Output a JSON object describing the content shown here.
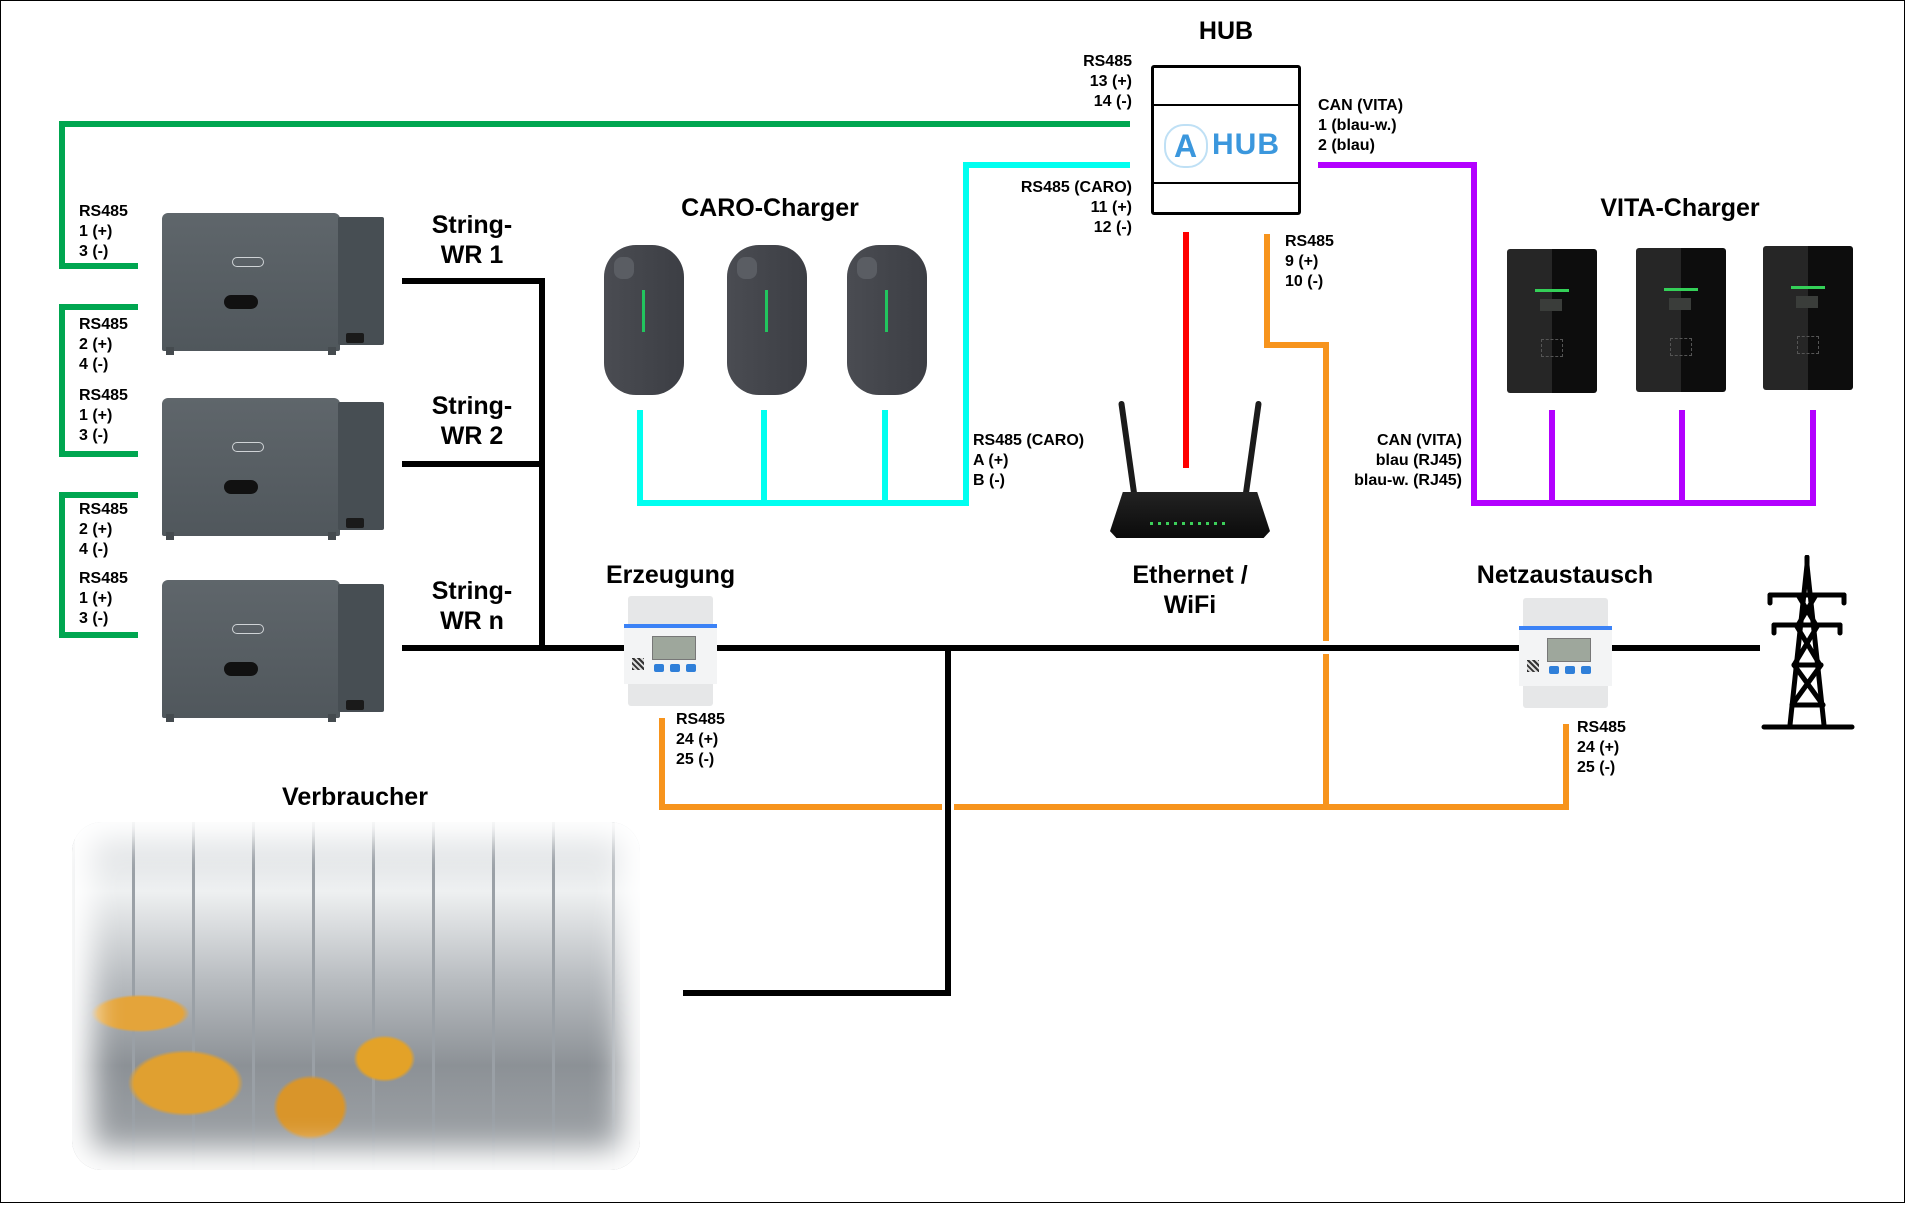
{
  "diagram": {
    "hub": {
      "title": "HUB",
      "logo_text": "HUB",
      "logo_letter": "A",
      "port_rs485_meters": {
        "label": "RS485",
        "plus": "13 (+)",
        "minus": "14 (-)"
      },
      "port_rs485_caro": {
        "label": "RS485 (CARO)",
        "plus": "11 (+)",
        "minus": "12 (-)"
      },
      "port_can_vita": {
        "label": "CAN (VITA)",
        "plus": "1 (blau-w.)",
        "minus": "2 (blau)"
      },
      "port_rs485_meter": {
        "label": "RS485",
        "plus": "9 (+)",
        "minus": "10 (-)"
      }
    },
    "inverters": [
      {
        "title": "String-\nWR 1",
        "ports": [
          {
            "label": "RS485",
            "plus": "1 (+)",
            "minus": "3 (-)"
          }
        ]
      },
      {
        "title": "String-\nWR 2",
        "ports": [
          {
            "label": "RS485",
            "plus": "2 (+)",
            "minus": "4 (-)"
          },
          {
            "label": "RS485",
            "plus": "1 (+)",
            "minus": "3 (-)"
          }
        ]
      },
      {
        "title": "String-\nWR n",
        "ports": [
          {
            "label": "RS485",
            "plus": "2 (+)",
            "minus": "4 (-)"
          },
          {
            "label": "RS485",
            "plus": "1 (+)",
            "minus": "3 (-)"
          }
        ]
      }
    ],
    "caro": {
      "title": "CARO-Charger",
      "count": 3,
      "port": {
        "label": "RS485 (CARO)",
        "plus": "A (+)",
        "minus": "B (-)"
      }
    },
    "vita": {
      "title": "VITA-Charger",
      "count": 3,
      "port": {
        "label": "CAN (VITA)",
        "plus": "blau (RJ45)",
        "minus": "blau-w. (RJ45)"
      }
    },
    "router": {
      "title": "Ethernet /\nWiFi"
    },
    "meter_generation": {
      "title": "Erzeugung",
      "port": {
        "label": "RS485",
        "plus": "24 (+)",
        "minus": "25 (-)"
      }
    },
    "meter_grid": {
      "title": "Netzaustausch",
      "port": {
        "label": "RS485",
        "plus": "24 (+)",
        "minus": "25 (-)"
      }
    },
    "consumer": {
      "title": "Verbraucher"
    },
    "grid_icon": "power-pylon-icon"
  },
  "colors": {
    "rs485_inverter": "#00a650",
    "rs485_caro": "#00fff0",
    "can_vita": "#b300ff",
    "ethernet": "#ff0000",
    "rs485_meter": "#f7941d",
    "power": "#000000"
  }
}
